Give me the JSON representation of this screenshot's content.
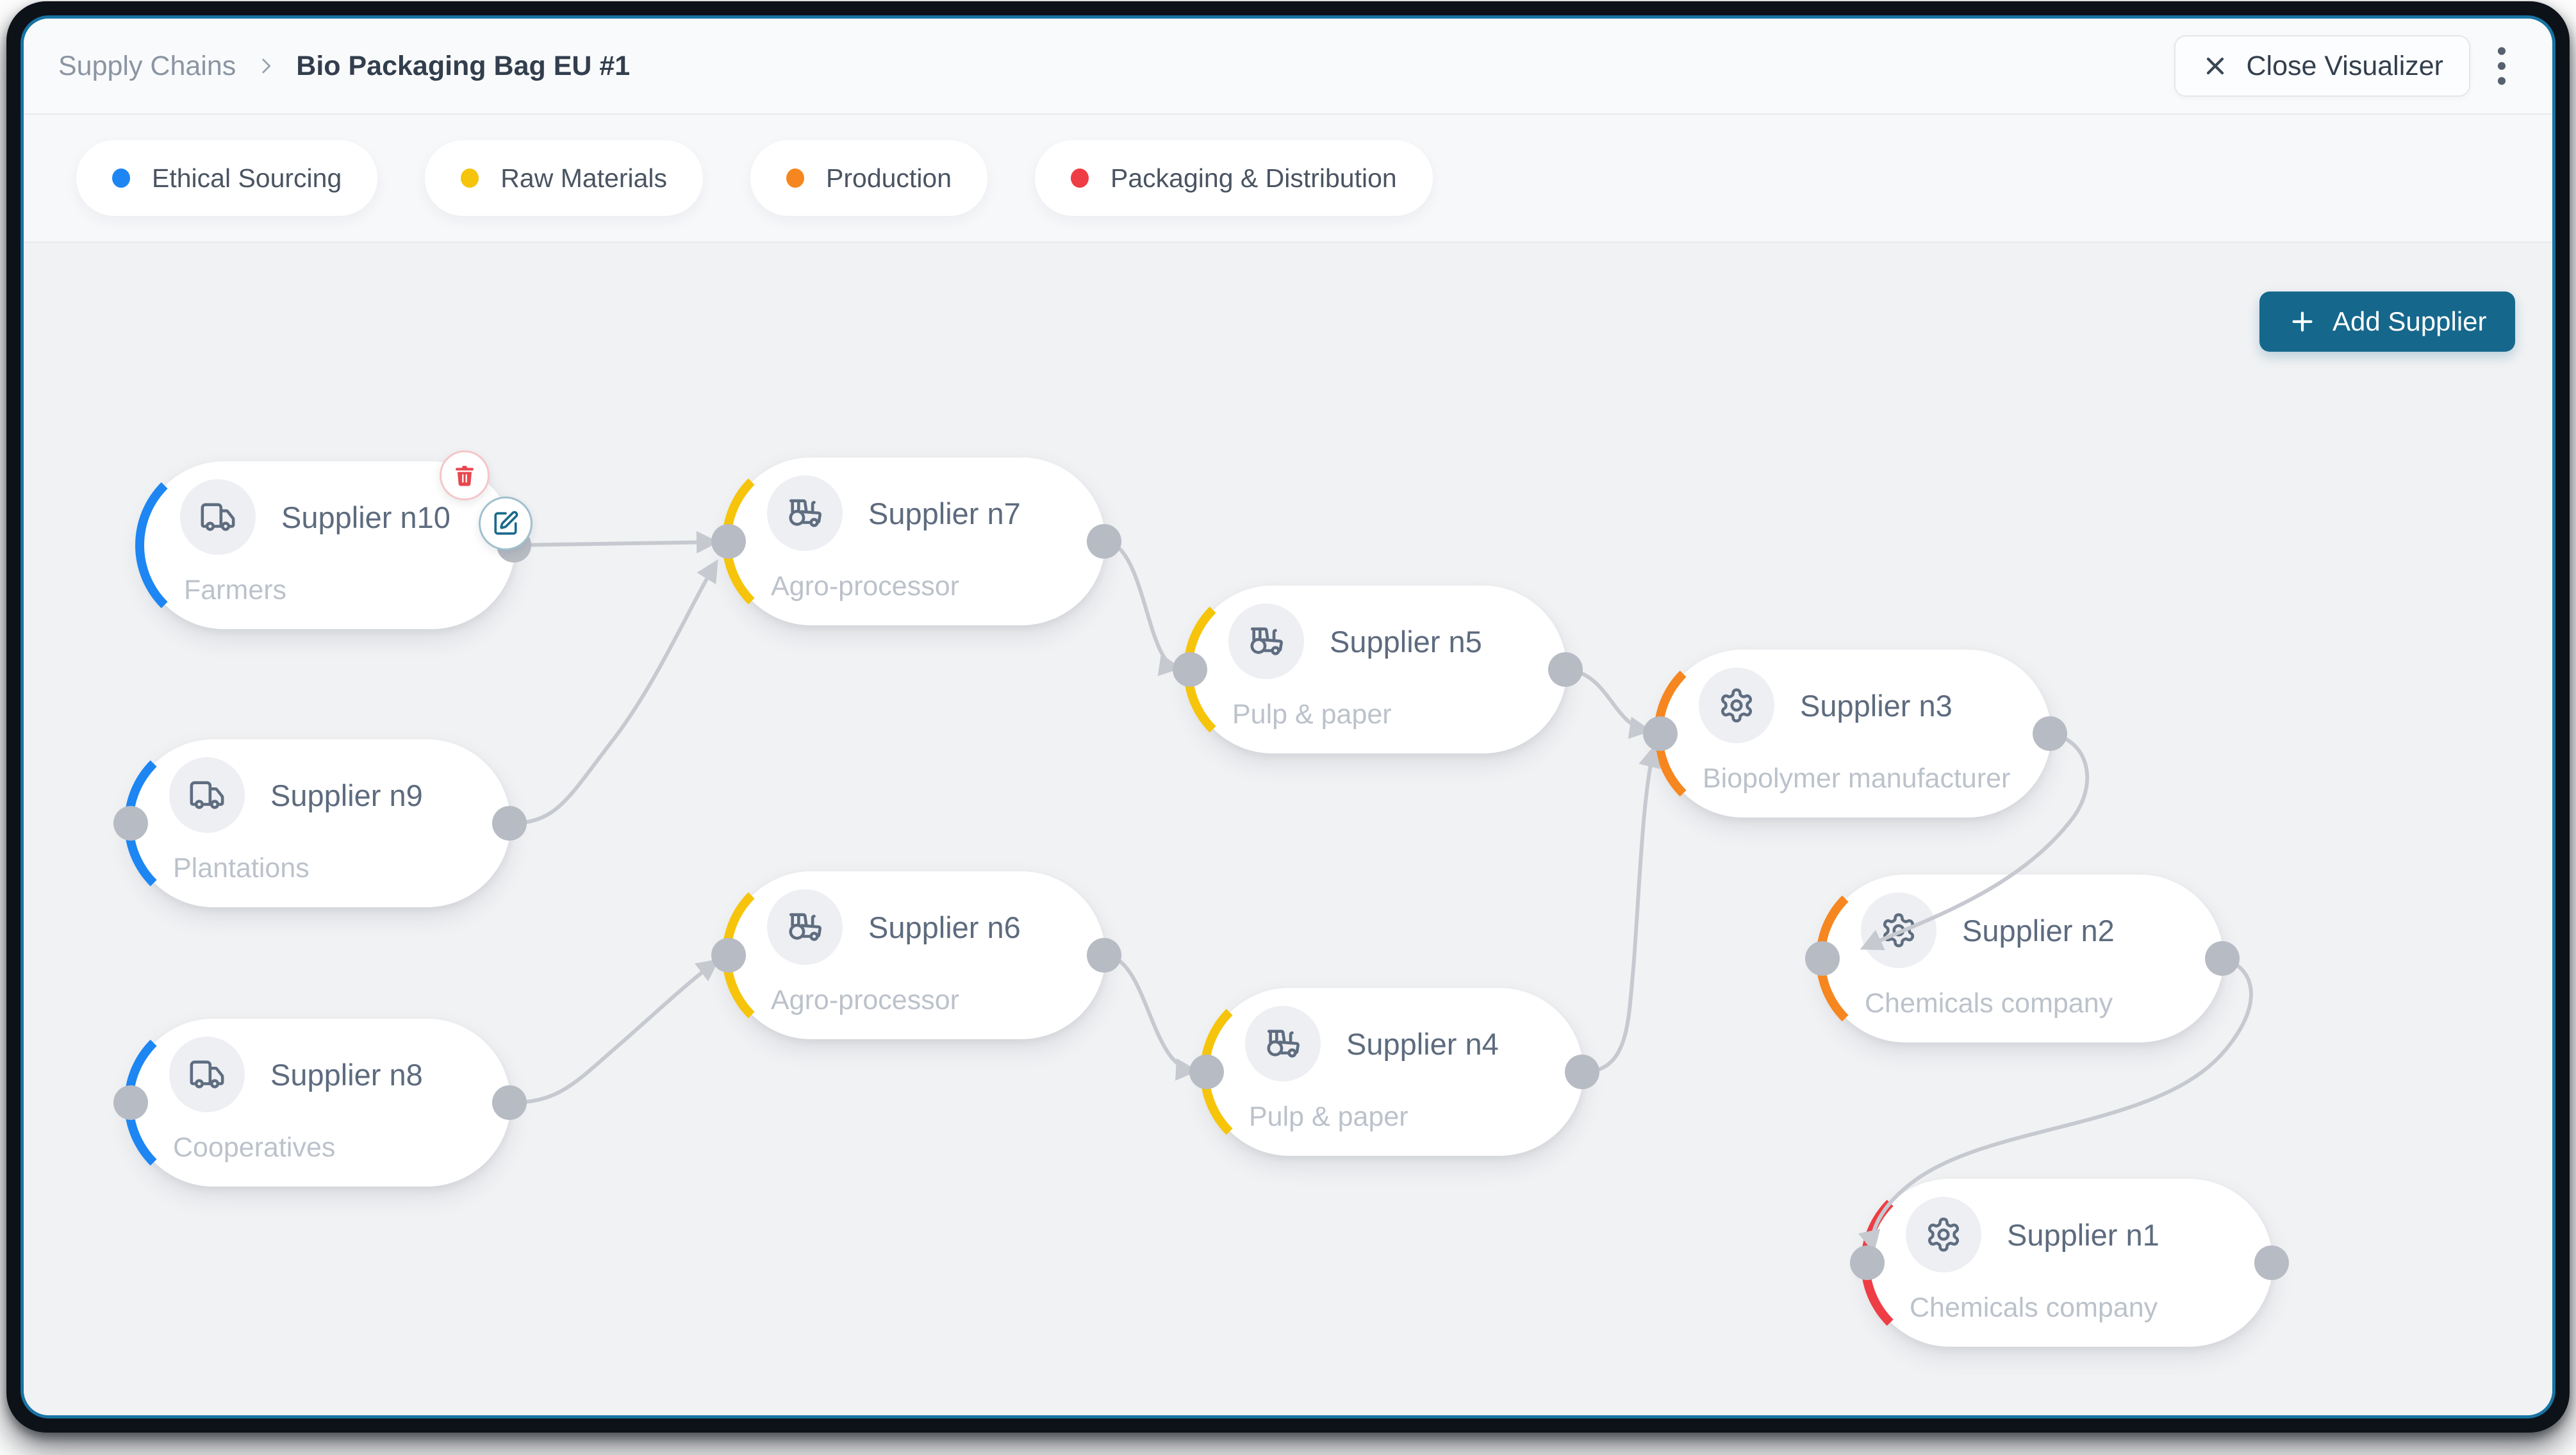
{
  "header": {
    "breadcrumb": {
      "root": "Supply Chains",
      "current": "Bio Packaging Bag EU #1"
    },
    "close_button_label": "Close Visualizer"
  },
  "legend": {
    "items": [
      {
        "key": "ethical-sourcing",
        "label": "Ethical Sourcing",
        "color": "#1d86f2"
      },
      {
        "key": "raw-materials",
        "label": "Raw Materials",
        "color": "#f6c40a"
      },
      {
        "key": "production",
        "label": "Production",
        "color": "#f6861f"
      },
      {
        "key": "packaging-distribution",
        "label": "Packaging & Distribution",
        "color": "#ee3d44"
      }
    ]
  },
  "canvas": {
    "add_supplier_label": "Add Supplier"
  },
  "nodes": [
    {
      "id": "n10",
      "label": "Supplier n10",
      "subtitle": "Farmers",
      "category": "ethical-sourcing",
      "icon": "truck",
      "actions": [
        "delete",
        "edit"
      ]
    },
    {
      "id": "n9",
      "label": "Supplier n9",
      "subtitle": "Plantations",
      "category": "ethical-sourcing",
      "icon": "truck",
      "actions": []
    },
    {
      "id": "n8",
      "label": "Supplier n8",
      "subtitle": "Cooperatives",
      "category": "ethical-sourcing",
      "icon": "truck",
      "actions": []
    },
    {
      "id": "n7",
      "label": "Supplier n7",
      "subtitle": "Agro-processor",
      "category": "raw-materials",
      "icon": "tractor",
      "actions": []
    },
    {
      "id": "n6",
      "label": "Supplier n6",
      "subtitle": "Agro-processor",
      "category": "raw-materials",
      "icon": "tractor",
      "actions": []
    },
    {
      "id": "n5",
      "label": "Supplier n5",
      "subtitle": "Pulp & paper",
      "category": "raw-materials",
      "icon": "tractor",
      "actions": []
    },
    {
      "id": "n4",
      "label": "Supplier n4",
      "subtitle": "Pulp & paper",
      "category": "raw-materials",
      "icon": "tractor",
      "actions": []
    },
    {
      "id": "n3",
      "label": "Supplier n3",
      "subtitle": "Biopolymer manufacturer",
      "category": "production",
      "icon": "gear",
      "actions": []
    },
    {
      "id": "n2",
      "label": "Supplier n2",
      "subtitle": "Chemicals company",
      "category": "production",
      "icon": "gear",
      "actions": []
    },
    {
      "id": "n1",
      "label": "Supplier n1",
      "subtitle": "Chemicals company",
      "category": "packaging-distribution",
      "icon": "gear",
      "actions": []
    }
  ],
  "edges": [
    {
      "from": "n10",
      "to": "n7"
    },
    {
      "from": "n9",
      "to": "n7"
    },
    {
      "from": "n8",
      "to": "n6"
    },
    {
      "from": "n7",
      "to": "n5"
    },
    {
      "from": "n6",
      "to": "n4"
    },
    {
      "from": "n5",
      "to": "n3"
    },
    {
      "from": "n4",
      "to": "n3"
    },
    {
      "from": "n3",
      "to": "n2"
    },
    {
      "from": "n2",
      "to": "n1"
    }
  ],
  "colors": {
    "ethical-sourcing": "#1d86f2",
    "raw-materials": "#f6c40a",
    "production": "#f6861f",
    "packaging-distribution": "#ee3d44",
    "edge": "#c6c9cf",
    "port": "#b7bbc3",
    "add_button": "#15678c",
    "frame_accent": "#1873a3"
  }
}
